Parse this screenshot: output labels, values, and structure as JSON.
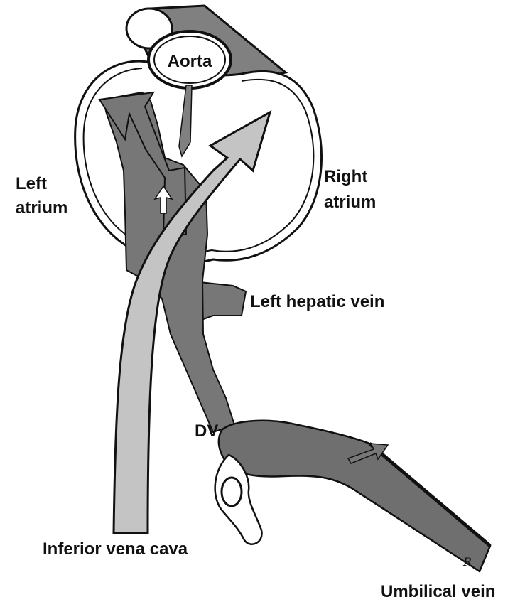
{
  "labels": {
    "aorta": "Aorta",
    "left_atrium_line1": "Left",
    "left_atrium_line2": "atrium",
    "right_atrium_line1": "Right",
    "right_atrium_line2": "atrium",
    "left_hepatic_vein": "Left hepatic vein",
    "dv": "DV",
    "inferior_vena_cava": "Inferior vena cava",
    "umbilical_vein": "Umbilical vein",
    "signature": "R"
  },
  "colors": {
    "dark_stream": "#777777",
    "light_stream": "#c4c4c4",
    "outline": "#111111",
    "background": "#ffffff",
    "vessel_wall": "#8a8a8a"
  }
}
